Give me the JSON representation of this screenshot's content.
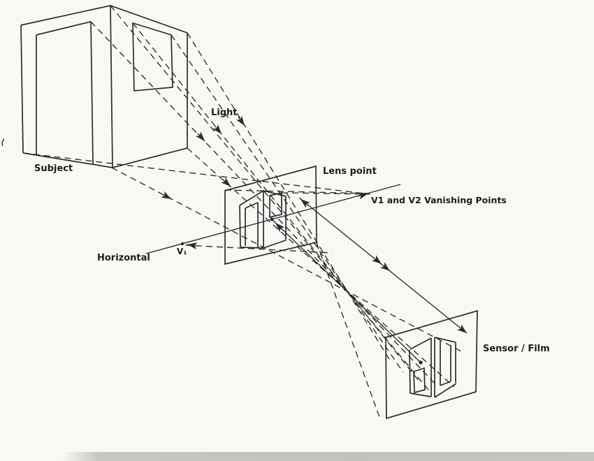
{
  "diagram": {
    "labels": {
      "subject": "Subject",
      "light": "Light",
      "lens_point": "Lens point",
      "vanishing_points": "V1 and V2 Vanishing Points",
      "horizontal": "Horizontal",
      "v1": "V₁",
      "sensor_film": "Sensor / Film"
    },
    "colors": {
      "background": "#f9f8f5",
      "ink": "#2b2b2b",
      "footer_bar": "#c6c5c2"
    }
  }
}
